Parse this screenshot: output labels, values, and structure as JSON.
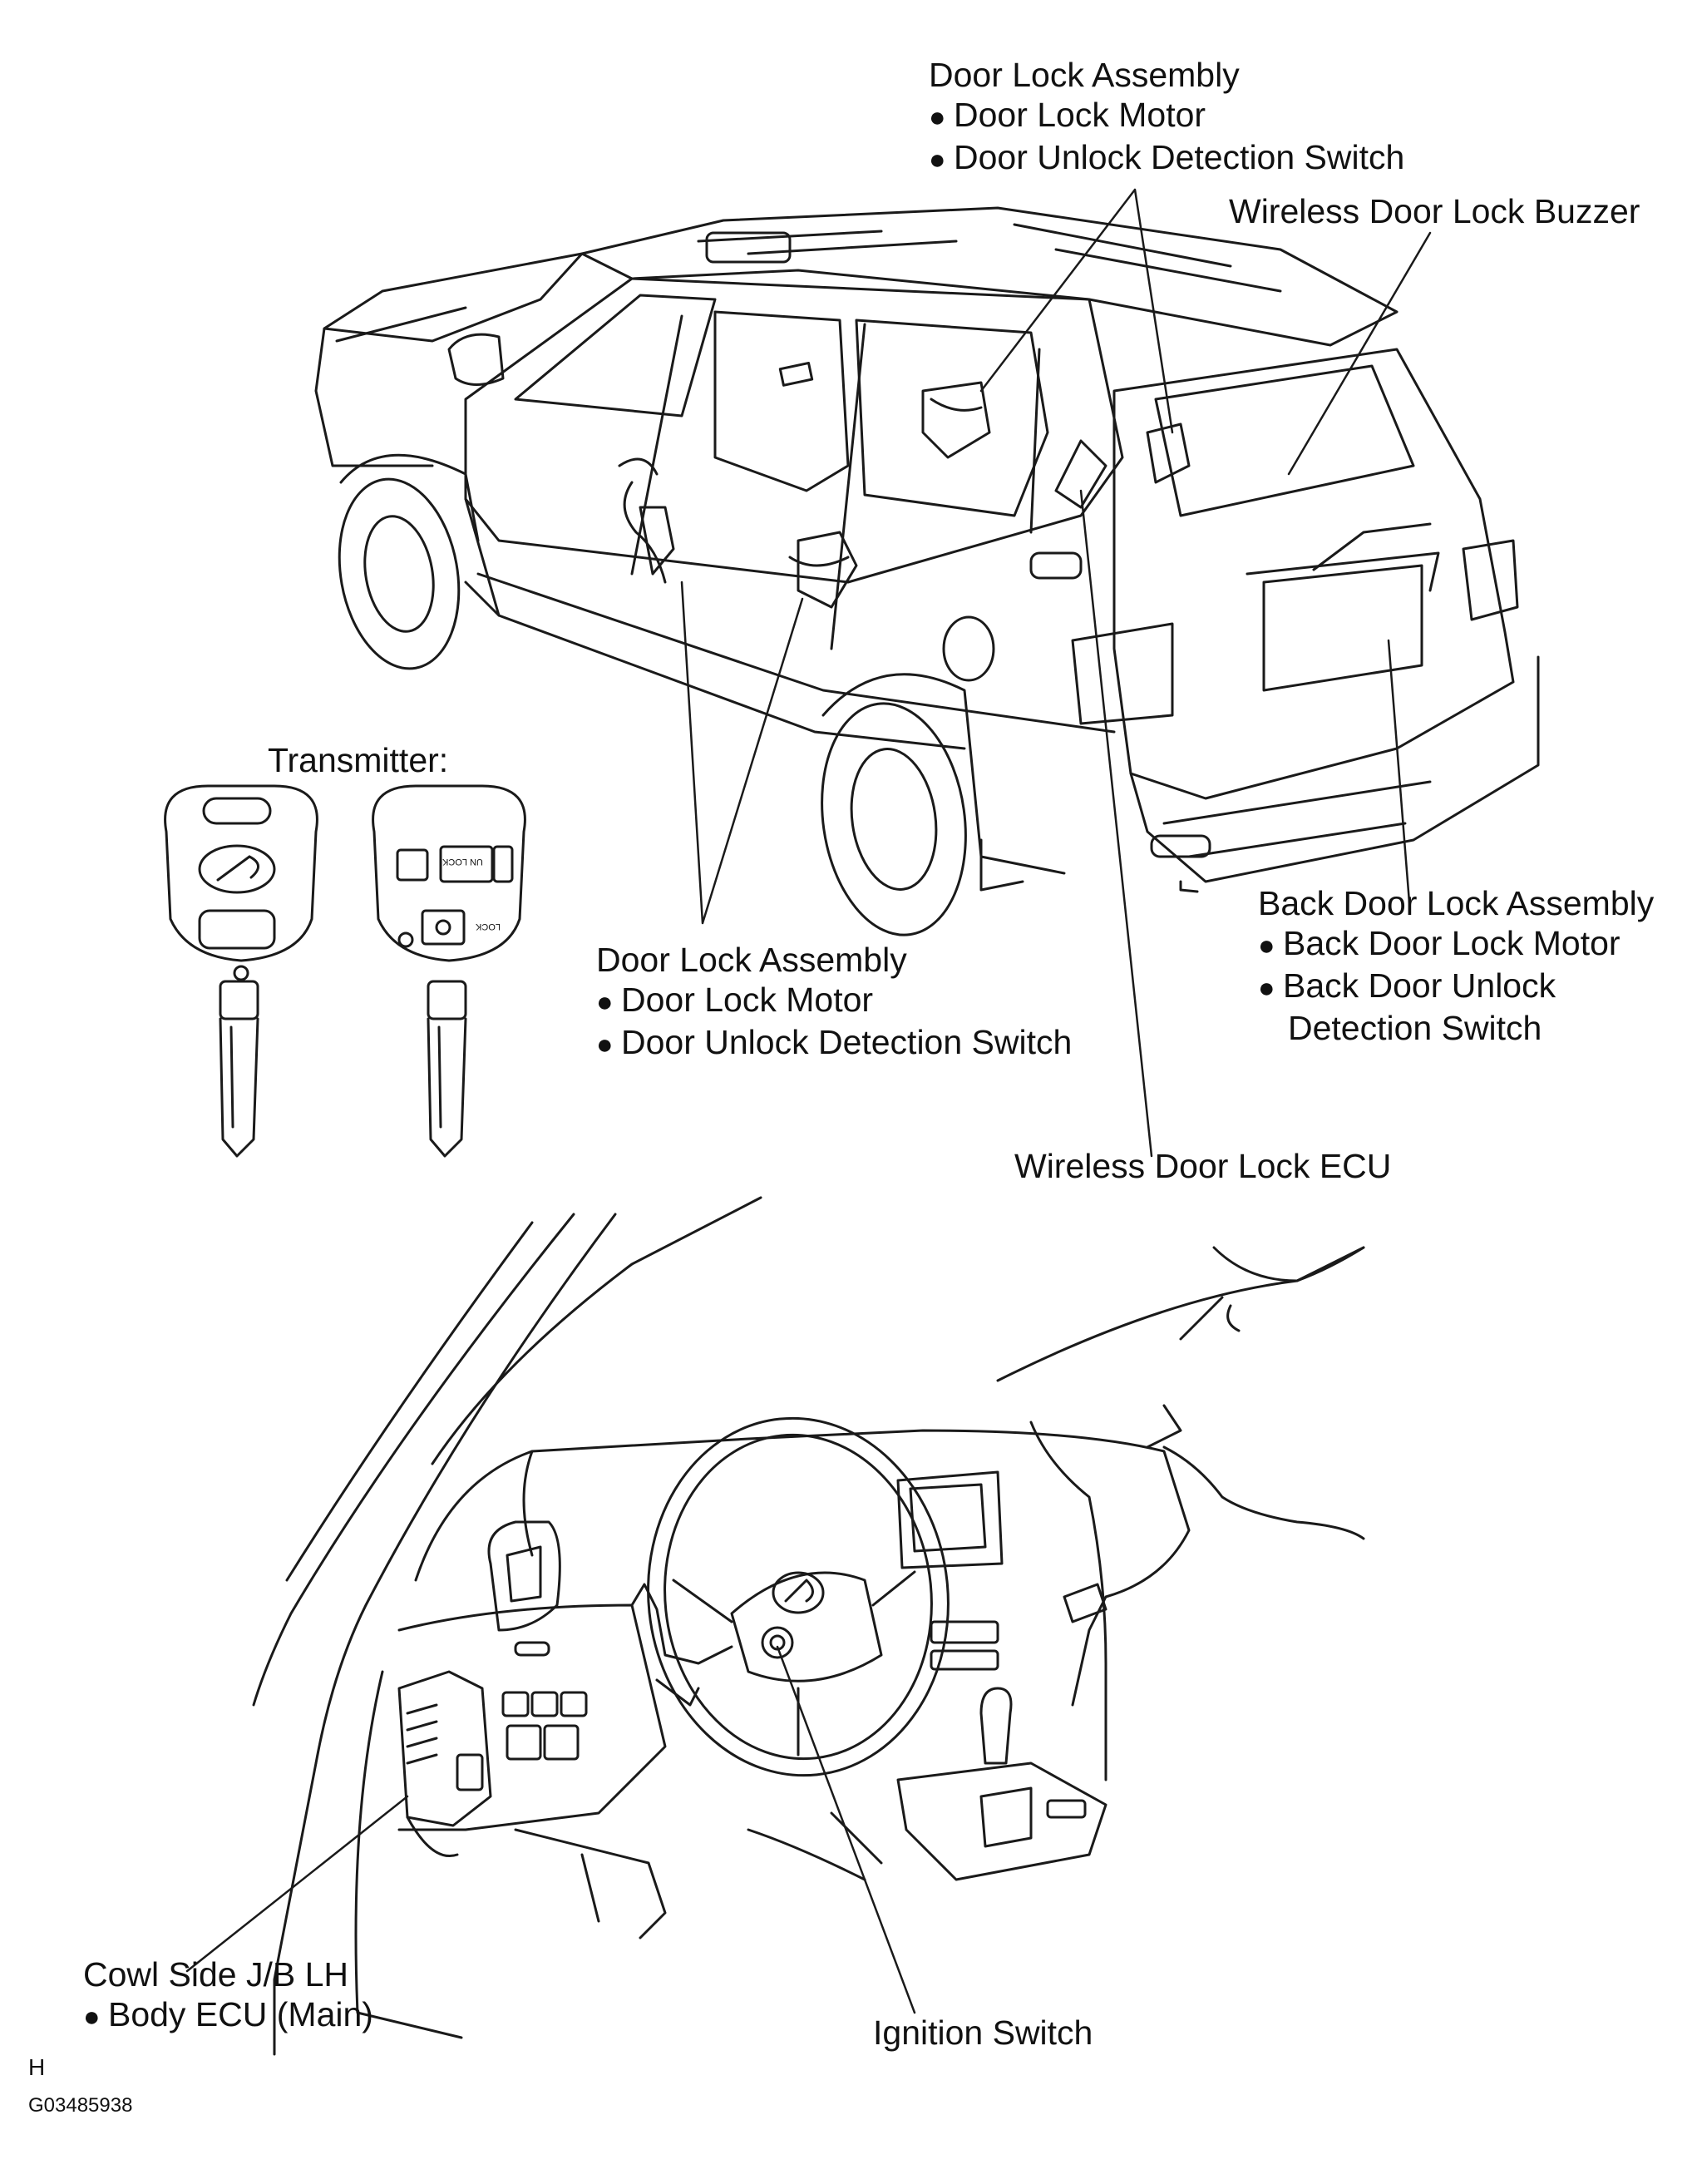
{
  "labels": {
    "door_lock_top": {
      "title": "Door Lock Assembly",
      "items": [
        "Door Lock Motor",
        "Door Unlock Detection Switch"
      ]
    },
    "buzzer": "Wireless Door Lock Buzzer",
    "transmitter": "Transmitter:",
    "door_lock_mid": {
      "title": "Door Lock Assembly",
      "items": [
        "Door Lock Motor",
        "Door Unlock Detection Switch"
      ]
    },
    "back_door": {
      "title": "Back Door Lock Assembly",
      "items": [
        "Back Door Lock Motor",
        "Back Door Unlock"
      ],
      "continuation": "Detection Switch"
    },
    "ecu": "Wireless Door Lock ECU",
    "cowl": {
      "title": "Cowl Side J/B LH",
      "items": [
        "Body ECU (Main)"
      ]
    },
    "ignition": "Ignition Switch"
  },
  "key_buttons": {
    "unlock": "UN LOCK",
    "lock": "LOCK"
  },
  "footer": {
    "letter": "H",
    "code": "G03485938"
  },
  "colors": {
    "line": "#1a1a1a",
    "background": "#ffffff"
  }
}
